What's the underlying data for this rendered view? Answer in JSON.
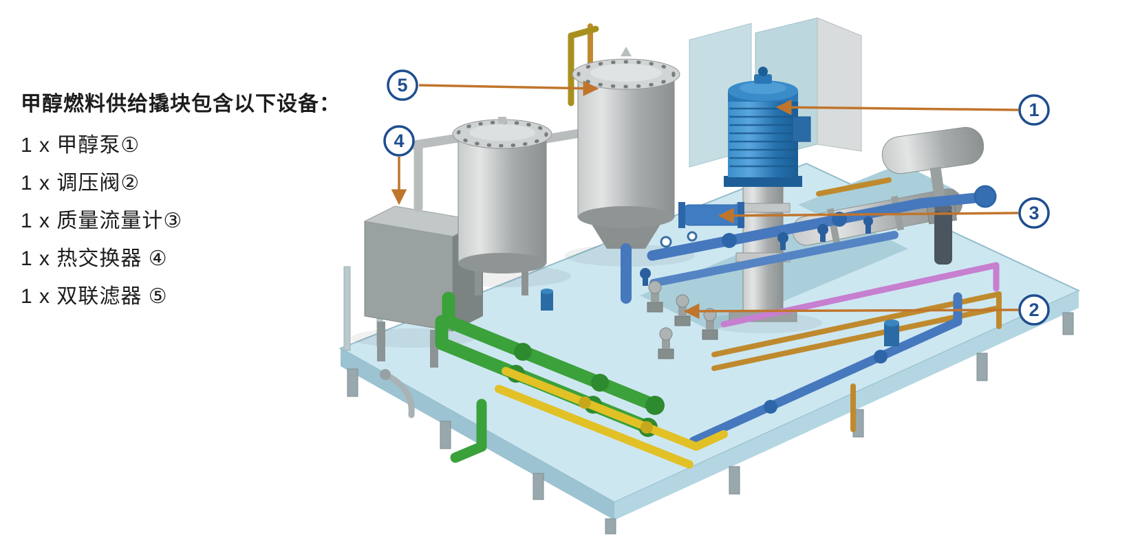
{
  "description_panel": {
    "title": "甲醇燃料供给撬块包含以下设备：",
    "items": [
      "1 x 甲醇泵①",
      "1 x 调压阀②",
      "1 x 质量流量计③",
      "1 x 热交换器 ④",
      "1 x 双联滤器 ⑤"
    ]
  },
  "callouts": [
    {
      "number": "1"
    },
    {
      "number": "2"
    },
    {
      "number": "3"
    },
    {
      "number": "4"
    },
    {
      "number": "5"
    }
  ],
  "colors": {
    "callout_blue": "#1f4e8f",
    "leader_line_orange": "#c0752c",
    "deck_light_blue": "#cde7f1",
    "pipe_green": "#3ba13b",
    "pipe_yellow": "#e2c126",
    "pipe_blue": "#4678bd",
    "pipe_orange": "#bf8a2e",
    "pipe_pink": "#c77fd0",
    "motor_blue": "#2a77b5",
    "vessel_gray": "#b5b8b8"
  }
}
